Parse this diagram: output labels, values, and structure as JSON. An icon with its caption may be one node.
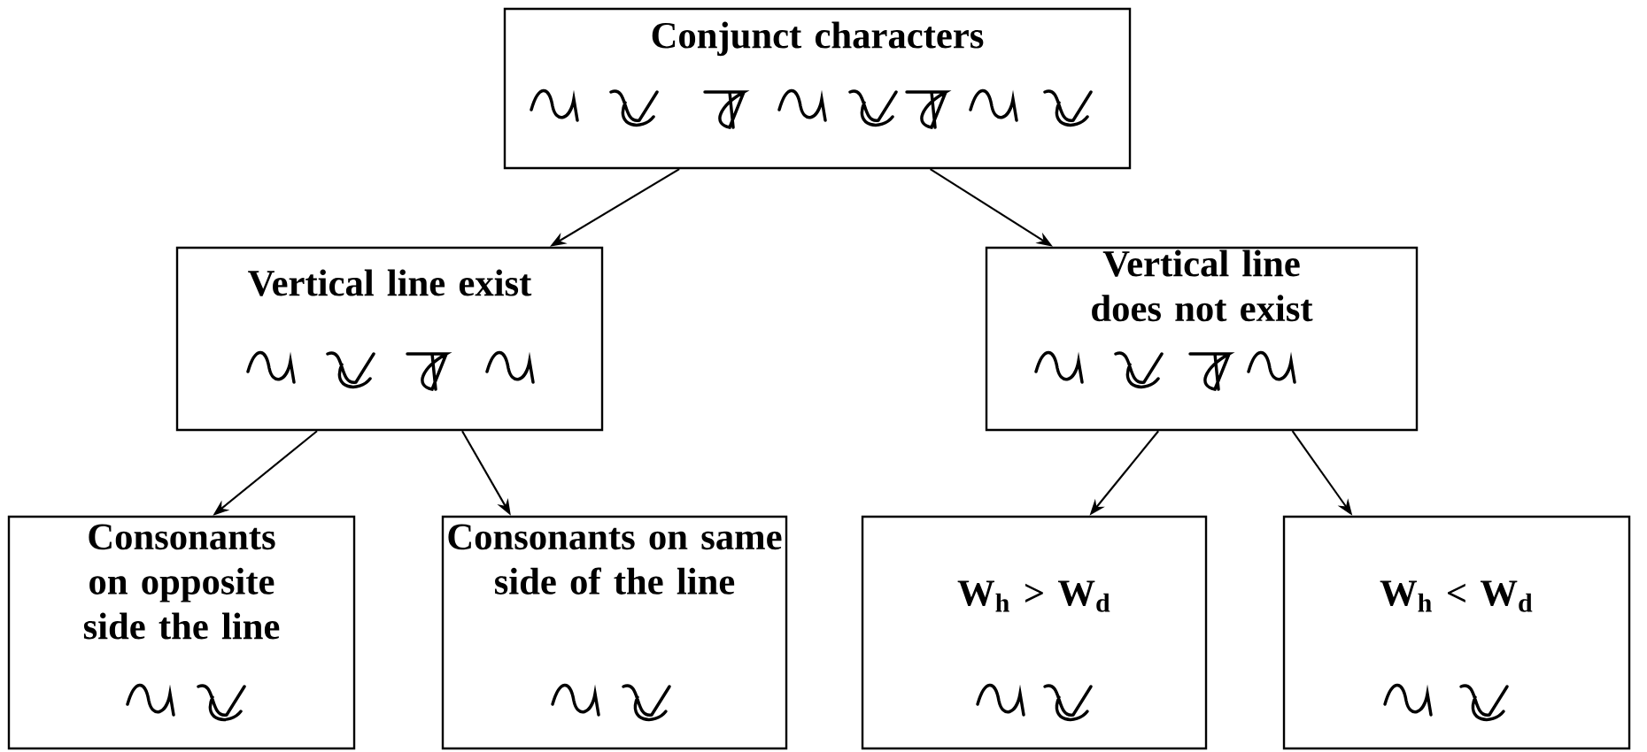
{
  "diagram": {
    "nodes": [
      {
        "text": [
          "Conjunct characters"
        ]
      },
      {
        "text": [
          "Vertical line exist"
        ]
      },
      {
        "text": [
          "Vertical line does not exist"
        ]
      },
      {
        "text": [
          "Consonants on opposite side the line"
        ]
      },
      {
        "text": [
          "Consonants on same side of the line"
        ]
      },
      {
        "text": [
          "W$_{h}$ > W$_{d}$"
        ]
      },
      {
        "text": [
          "W$_{h}$ < W$_{d}$"
        ]
      }
    ],
    "edges": [
      {
        "from": 0,
        "to": 1,
        "arrow": "to"
      },
      {
        "from": 0,
        "to": 2,
        "arrow": "to"
      },
      {
        "from": 1,
        "to": 3,
        "arrow": "to"
      },
      {
        "from": 1,
        "to": 4,
        "arrow": "to"
      },
      {
        "from": 2,
        "to": 5,
        "arrow": "to"
      },
      {
        "from": 2,
        "to": 6,
        "arrow": "to"
      }
    ]
  }
}
